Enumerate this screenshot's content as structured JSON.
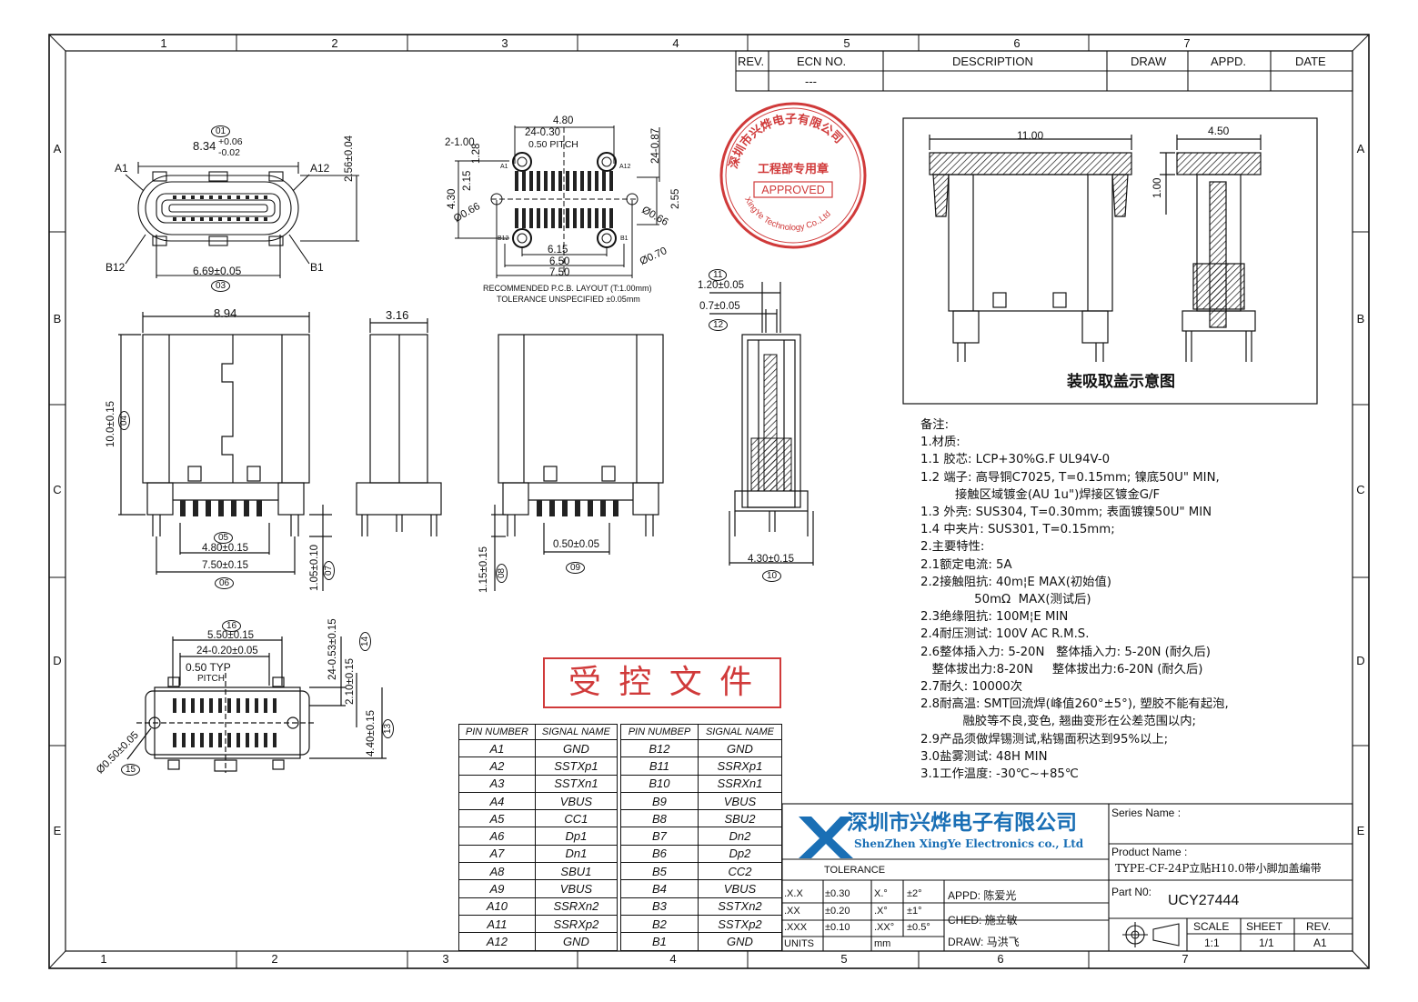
{
  "zones": {
    "top": [
      "1",
      "2",
      "3",
      "4",
      "5",
      "6",
      "7"
    ],
    "bottom": [
      "1",
      "2",
      "3",
      "4",
      "5",
      "6",
      "7"
    ],
    "left": [
      "A",
      "B",
      "C",
      "D",
      "E"
    ],
    "right": [
      "A",
      "B",
      "C",
      "D",
      "E"
    ]
  },
  "revision_table": {
    "headers": [
      "REV.",
      "ECN NO.",
      "DESCRIPTION",
      "DRAW",
      "APPD.",
      "DATE"
    ],
    "row": [
      "",
      "---",
      "",
      "",
      "",
      ""
    ]
  },
  "stamp": {
    "company_arc": "深圳市兴烨电子有限公司",
    "department": "工程部专用章",
    "approved": "APPROVED",
    "english_arc": "XingYe Technology Co.,Ltd"
  },
  "view_top": {
    "ref_01": "01",
    "width_label": "8.34",
    "tol_plus": "+0.06",
    "tol_minus": "-0.02",
    "height_label": "2.56±0.04",
    "a1": "A1",
    "a12": "A12",
    "b12": "B12",
    "b1": "B1",
    "inner_width": "6.69±0.05",
    "ref_03": "03"
  },
  "pcb_layout": {
    "w_480": "4.80",
    "pitch_24x030": "24-0.30",
    "pitch": "0.50 PITCH",
    "d_2x100": "2-1.00",
    "d_128": "1.28",
    "d_215": "2.15",
    "d_430": "4.30",
    "d_066_l": "Ø0.66",
    "d_066_r": "Ø0.66",
    "d_255": "2.55",
    "d_24x087": "24-0.87",
    "d_070": "Ø0.70",
    "d_615": "6.15",
    "d_650": "6.50",
    "d_750": "7.50",
    "a1": "A1",
    "a12": "A12",
    "b12": "B12",
    "b1": "B1",
    "caption1": "RECOMMENDED   P.C.B. LAYOUT (T:1.00mm)",
    "caption2": "TOLERANCE UNSPECIFIED ±0.05mm"
  },
  "view_front": {
    "w_894": "8.94",
    "h_1000": "10.0±0.15",
    "ref_04": "04",
    "w_480": "4.80±0.15",
    "ref_05": "05",
    "w_750": "7.50±0.15",
    "ref_06": "06",
    "h_105": "1.05±0.10",
    "ref_07": "07"
  },
  "view_side": {
    "w_316": "3.16"
  },
  "view_back": {
    "pitch": "0.50±0.05",
    "ref_09": "09",
    "h_115": "1.15±0.15",
    "ref_08": "08"
  },
  "view_section": {
    "ref_11": "11",
    "w_120": "1.20±0.05",
    "w_070": "0.7±0.05",
    "ref_12": "12",
    "w_430": "4.30±0.15",
    "ref_10": "10"
  },
  "view_bottom": {
    "ref_16": "16",
    "w_550": "5.50±0.15",
    "pitch24": "24-0.20±0.05",
    "pitch": "0.50  TYP",
    "pitch_word": "PITCH",
    "h_24x053": "24-0.53±0.15",
    "ref_14": "14",
    "h_210": "2.10±0.15",
    "h_440": "4.40±0.15",
    "ref_13": "13",
    "hole": "Ø0.50±0.05",
    "ref_15": "15"
  },
  "controlled": "受 控 文 件",
  "cover_view": {
    "w_1100": "11.00",
    "w_450": "4.50",
    "h_100": "1.00",
    "caption": "装吸取盖示意图"
  },
  "notes": [
    "备注:",
    "1.材质:",
    "1.1 胶芯: LCP+30%G.F  UL94V-0",
    "1.2 端子: 高导铜C7025, T=0.15mm; 镍底50U\"  MIN,",
    "         接触区域镀金(AU 1u\")焊接区镀金G/F",
    "1.3 外壳: SUS304, T=0.30mm; 表面镀镍50U\"  MIN",
    "1.4 中夹片: SUS301, T=0.15mm;",
    "2.主要特性:",
    "2.1额定电流: 5A",
    "2.2接触阻抗: 40m¦E  MAX(初始值)",
    "              50mΩ  MAX(测试后)",
    "2.3绝缘阻抗: 100M¦E  MIN",
    "2.4耐压测试: 100V  AC  R.M.S.",
    "2.6整体插入力: 5-20N   整体插入力: 5-20N (耐久后)",
    "   整体拔出力:8-20N     整体拔出力:6-20N (耐久后)",
    "2.7耐久: 10000次",
    "2.8耐高温: SMT回流焊(峰值260°±5°), 塑胶不能有起泡,",
    "           融胶等不良,变色, 翘曲变形在公差范围以内;",
    "2.9产品须做焊锡测试,粘锡面积达到95%以上;",
    "3.0盐雾测试: 48H  MIN",
    "3.1工作温度: -30℃~+85℃"
  ],
  "pin_table_a": {
    "headers": [
      "PIN NUMBER",
      "SIGNAL NAME"
    ],
    "rows": [
      [
        "A1",
        "GND"
      ],
      [
        "A2",
        "SSTXp1"
      ],
      [
        "A3",
        "SSTXn1"
      ],
      [
        "A4",
        "VBUS"
      ],
      [
        "A5",
        "CC1"
      ],
      [
        "A6",
        "Dp1"
      ],
      [
        "A7",
        "Dn1"
      ],
      [
        "A8",
        "SBU1"
      ],
      [
        "A9",
        "VBUS"
      ],
      [
        "A10",
        "SSRXn2"
      ],
      [
        "A11",
        "SSRXp2"
      ],
      [
        "A12",
        "GND"
      ]
    ]
  },
  "pin_table_b": {
    "headers": [
      "PIN NUMBEP",
      "SIGNAL NAME"
    ],
    "rows": [
      [
        "B12",
        "GND"
      ],
      [
        "B11",
        "SSRXp1"
      ],
      [
        "B10",
        "SSRXn1"
      ],
      [
        "B9",
        "VBUS"
      ],
      [
        "B8",
        "SBU2"
      ],
      [
        "B7",
        "Dn2"
      ],
      [
        "B6",
        "Dp2"
      ],
      [
        "B5",
        "CC2"
      ],
      [
        "B4",
        "VBUS"
      ],
      [
        "B3",
        "SSTXn2"
      ],
      [
        "B2",
        "SSTXp2"
      ],
      [
        "B1",
        "GND"
      ]
    ]
  },
  "title_block": {
    "company_cn": "深圳市兴烨电子有限公司",
    "company_en": "ShenZhen XingYe Electronics co., Ltd",
    "tolerance": "TOLERANCE",
    "tol_rows": [
      [
        ".X.X",
        "±0.30",
        "X.°",
        "±2°"
      ],
      [
        ".XX",
        "±0.20",
        ".X°",
        "±1°"
      ],
      [
        ".XXX",
        "±0.10",
        ".XX°",
        "±0.5°"
      ]
    ],
    "units": "UNITS",
    "units_val": "mm",
    "appd": "APPD: 陈爱光",
    "ched": "CHED: 施立敏",
    "draw": "DRAW: 马洪飞",
    "series_name": "Series Name :",
    "product_name_label": "Product Name :",
    "product_name": "TYPE-CF-24P立贴H10.0带小脚加盖编带",
    "part_no_label": "Part N0:",
    "part_no": "UCY27444",
    "scale_label": "SCALE",
    "scale": "1:1",
    "sheet_label": "SHEET",
    "sheet": "1/1",
    "rev_label": "REV.",
    "rev": "A1"
  },
  "colors": {
    "stamp_red": "#d03a3a",
    "logo_blue": "#1a6fb5",
    "line": "#111111"
  }
}
